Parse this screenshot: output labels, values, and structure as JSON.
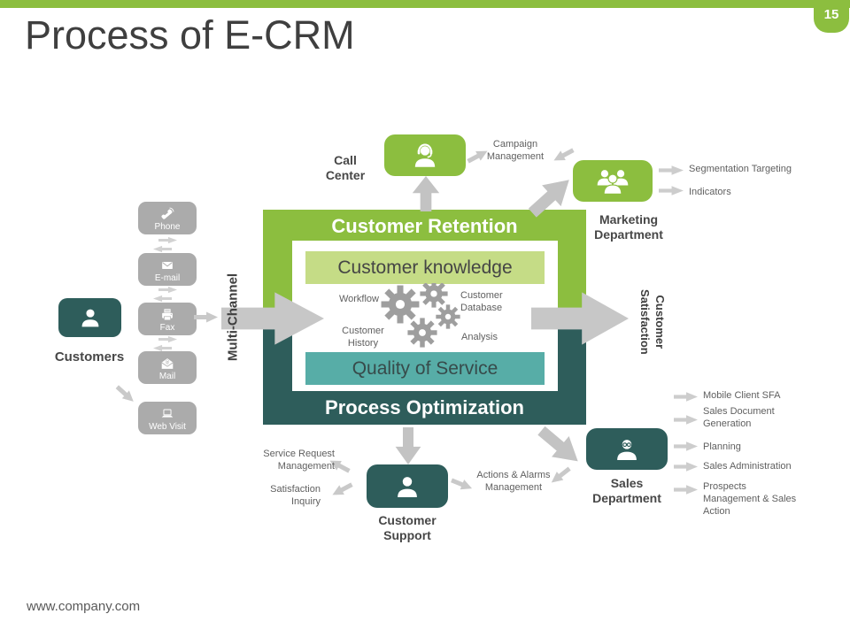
{
  "slide": {
    "page_number": "15",
    "title": "Process of E-CRM",
    "footer": "www.company.com"
  },
  "colors": {
    "accent_green": "#8CBE3F",
    "light_green": "#C5DC86",
    "teal": "#57ADA7",
    "dark_teal": "#2E5D5B",
    "gray_box": "#ABABAB",
    "arrow_gray": "#C7C7C7",
    "title_text": "#3F3F3F",
    "small_text": "#5F5F5F"
  },
  "center": {
    "retention": "Customer Retention",
    "knowledge": "Customer knowledge",
    "quality": "Quality of Service",
    "optimization": "Process Optimization",
    "gears": {
      "workflow": "Workflow",
      "database": "Customer Database",
      "history": "Customer History",
      "analysis": "Analysis"
    }
  },
  "flow": {
    "multi_channel": "Multi-Channel",
    "customer_satisfaction": "Customer Satisfaction"
  },
  "customers": {
    "label": "Customers",
    "icon": "person-icon"
  },
  "channels": [
    {
      "label": "Phone",
      "icon": "phone-icon"
    },
    {
      "label": "E-mail",
      "icon": "envelope-icon"
    },
    {
      "label": "Fax",
      "icon": "fax-icon"
    },
    {
      "label": "Mail",
      "icon": "open-mail-icon"
    },
    {
      "label": "Web Visit",
      "icon": "laptop-icon"
    }
  ],
  "call_center": {
    "label": "Call Center",
    "icon": "headset-person-icon",
    "output": "Campaign Management"
  },
  "marketing": {
    "label": "Marketing Department",
    "icon": "team-icon",
    "outputs": [
      "Segmentation Targeting",
      "Indicators"
    ]
  },
  "support": {
    "label": "Customer Support",
    "icon": "person-icon",
    "outputs": [
      "Service Request Management",
      "Satisfaction Inquiry"
    ],
    "output_right": "Actions & Alarms Management"
  },
  "sales": {
    "label": "Sales Department",
    "icon": "businessman-icon",
    "outputs": [
      "Mobile Client SFA",
      "Sales Document Generation",
      "Planning",
      "Sales Administration",
      "Prospects Management & Sales Action"
    ]
  }
}
